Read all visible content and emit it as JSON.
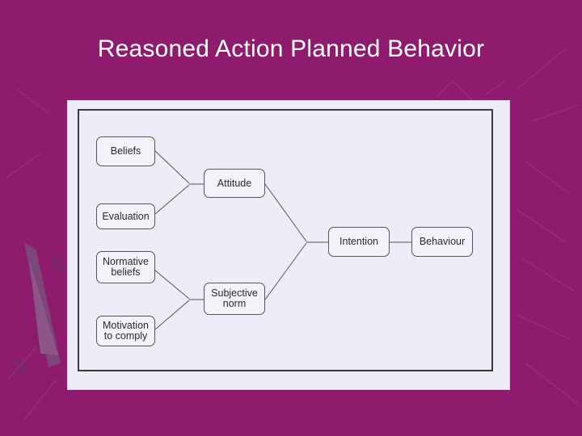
{
  "slide": {
    "title": "Reasoned Action Planned Behavior"
  },
  "diagram": {
    "nodes": {
      "beliefs": "Beliefs",
      "evaluation": "Evaluation",
      "normative_beliefs": "Normative\nbeliefs",
      "motivation": "Motivation\nto comply",
      "attitude": "Attitude",
      "subjective_norm": "Subjective\nnorm",
      "intention": "Intention",
      "behaviour": "Behaviour"
    }
  },
  "colors": {
    "background": "#8e1b6e",
    "figure_panel": "#eeecf8",
    "title_text": "#ffffff"
  }
}
